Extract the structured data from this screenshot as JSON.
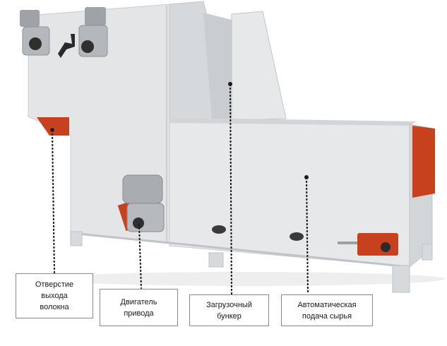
{
  "labels": {
    "fiber_outlet": "Отверстие\nвыхода\nволокна",
    "drive_motor": "Двигатель\nпривода",
    "loading_hopper": "Загрузочный\nбункер",
    "auto_feed": "Автоматическая\nподача сырья"
  },
  "colors": {
    "machine_body": "#e3e5e7",
    "machine_shade": "#cfd2d5",
    "accent_red": "#c8411e",
    "motor_grey": "#9fa3a7",
    "leader_dots": "#1a1a1a"
  }
}
